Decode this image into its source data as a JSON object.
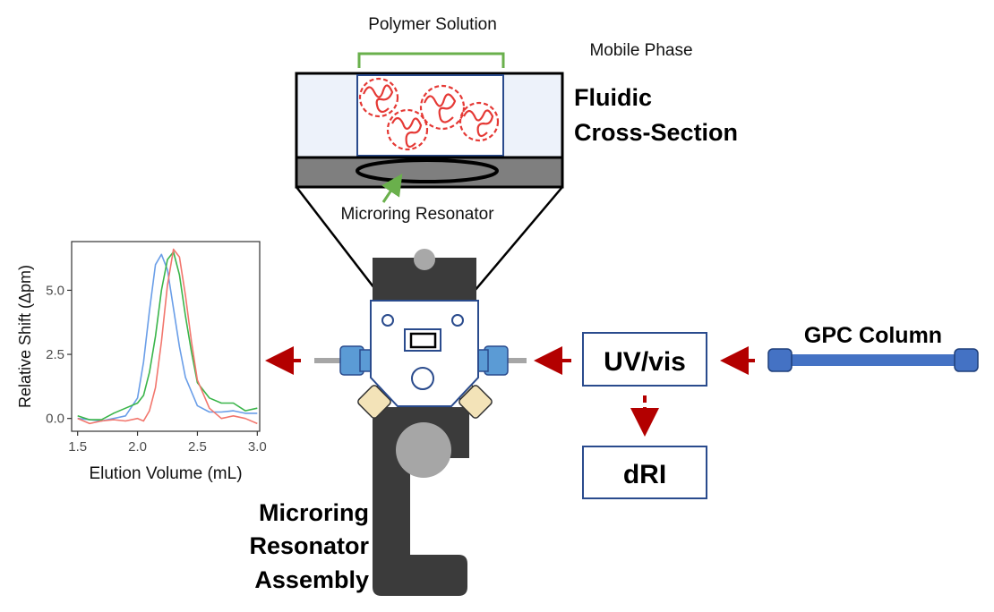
{
  "labels": {
    "polymer_solution": "Polymer Solution",
    "mobile_phase": "Mobile Phase",
    "fluidic_line1": "Fluidic",
    "fluidic_line2": "Cross-Section",
    "microring_resonator": "Microring Resonator",
    "assembly_line1": "Microring",
    "assembly_line2": "Resonator",
    "assembly_line3": "Assembly",
    "gpc_column": "GPC Column",
    "uv_vis": "UV/vis",
    "dri": "dRI"
  },
  "colors": {
    "arrow_red": "#b30000",
    "label_green": "#6ab04c",
    "polymer_red": "#e53935",
    "box_border": "#2a4b8d",
    "column_blue": "#4472c4",
    "assembly_dark": "#3b3b3b",
    "fitting_blue": "#5b9bd5",
    "fitting_tan": "#f3e3b8"
  },
  "chart_data": {
    "type": "line",
    "xlabel": "Elution Volume (mL)",
    "ylabel": "Relative Shift (Δpm)",
    "xlim": [
      1.45,
      3.02
    ],
    "ylim": [
      -0.5,
      6.9
    ],
    "xticks": [
      "1.5",
      "2.0",
      "2.5",
      "3.0"
    ],
    "xtick_values": [
      1.5,
      2.0,
      2.5,
      3.0
    ],
    "yticks": [
      "0.0",
      "2.5",
      "5.0"
    ],
    "ytick_values": [
      0.0,
      2.5,
      5.0
    ],
    "grid": false,
    "legend": "none",
    "series": [
      {
        "color": "#6a9ee8",
        "x": [
          1.5,
          1.6,
          1.7,
          1.8,
          1.9,
          2.0,
          2.05,
          2.1,
          2.15,
          2.2,
          2.25,
          2.3,
          2.35,
          2.4,
          2.5,
          2.6,
          2.7,
          2.8,
          2.9,
          3.0
        ],
        "y": [
          0.0,
          -0.05,
          -0.1,
          0.0,
          0.1,
          0.8,
          2.2,
          4.2,
          6.0,
          6.4,
          5.8,
          4.3,
          2.8,
          1.6,
          0.5,
          0.25,
          0.25,
          0.3,
          0.2,
          0.2
        ]
      },
      {
        "color": "#3ab54a",
        "x": [
          1.5,
          1.6,
          1.7,
          1.8,
          1.9,
          2.0,
          2.05,
          2.1,
          2.15,
          2.2,
          2.25,
          2.3,
          2.35,
          2.4,
          2.45,
          2.5,
          2.6,
          2.7,
          2.8,
          2.9,
          3.0
        ],
        "y": [
          0.1,
          -0.05,
          -0.05,
          0.2,
          0.4,
          0.6,
          0.9,
          1.8,
          3.2,
          5.0,
          6.2,
          6.5,
          5.6,
          4.0,
          2.6,
          1.4,
          0.8,
          0.6,
          0.6,
          0.3,
          0.4
        ]
      },
      {
        "color": "#f2766d",
        "x": [
          1.5,
          1.6,
          1.7,
          1.8,
          1.9,
          2.0,
          2.05,
          2.1,
          2.15,
          2.2,
          2.25,
          2.3,
          2.35,
          2.4,
          2.45,
          2.5,
          2.6,
          2.7,
          2.8,
          2.9,
          3.0
        ],
        "y": [
          0.0,
          -0.2,
          -0.1,
          -0.05,
          -0.1,
          0.0,
          -0.1,
          0.3,
          1.2,
          3.0,
          5.2,
          6.6,
          6.3,
          4.8,
          3.0,
          1.5,
          0.4,
          0.0,
          0.1,
          0.0,
          -0.2
        ]
      }
    ]
  }
}
